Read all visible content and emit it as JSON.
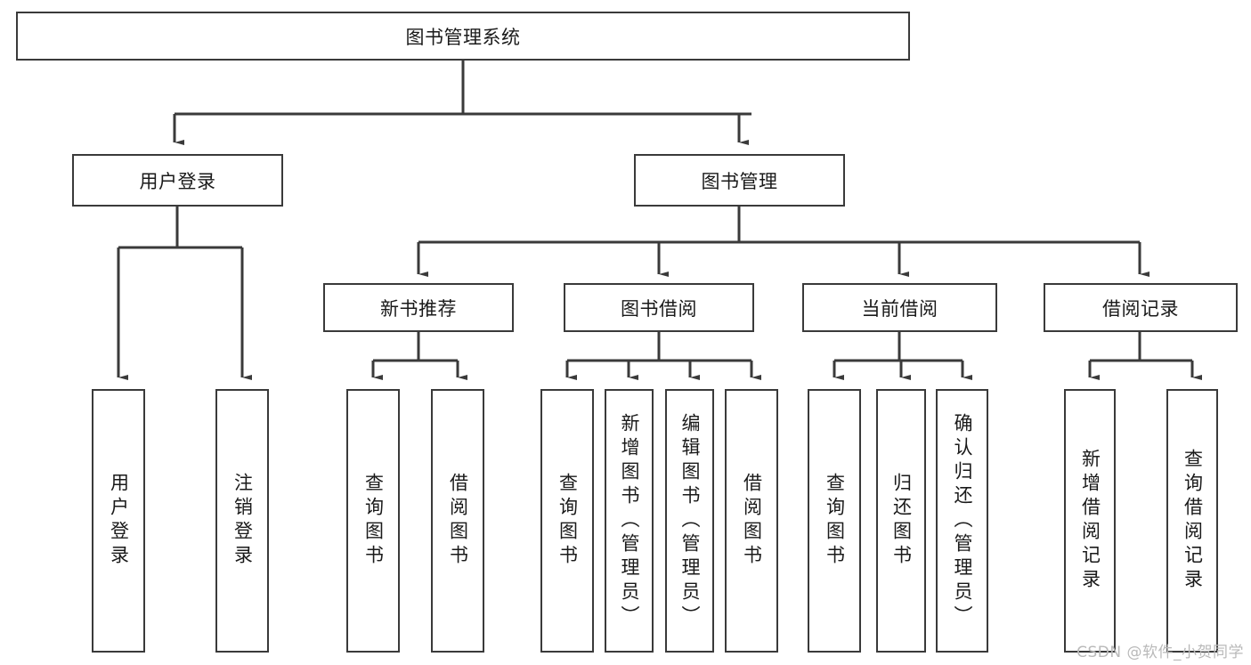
{
  "diagram": {
    "type": "tree-hierarchy-chart",
    "title": "图书管理系统",
    "root": {
      "label": "图书管理系统",
      "orientation": "horizontal"
    },
    "level2": [
      {
        "label": "用户登录",
        "orientation": "horizontal"
      },
      {
        "label": "图书管理",
        "orientation": "horizontal"
      }
    ],
    "level3": [
      {
        "label": "新书推荐",
        "orientation": "horizontal",
        "parent": "图书管理"
      },
      {
        "label": "图书借阅",
        "orientation": "horizontal",
        "parent": "图书管理"
      },
      {
        "label": "当前借阅",
        "orientation": "horizontal",
        "parent": "图书管理"
      },
      {
        "label": "借阅记录",
        "orientation": "horizontal",
        "parent": "图书管理"
      }
    ],
    "leaves": [
      {
        "label": "用户登录",
        "parent": "用户登录",
        "orientation": "vertical"
      },
      {
        "label": "注销登录",
        "parent": "用户登录",
        "orientation": "vertical"
      },
      {
        "label": "查询图书",
        "parent": "新书推荐",
        "orientation": "vertical"
      },
      {
        "label": "借阅图书",
        "parent": "新书推荐",
        "orientation": "vertical"
      },
      {
        "label": "查询图书",
        "parent": "图书借阅",
        "orientation": "vertical"
      },
      {
        "label": "新增图书（管理员）",
        "parent": "图书借阅",
        "orientation": "vertical"
      },
      {
        "label": "编辑图书（管理员）",
        "parent": "图书借阅",
        "orientation": "vertical"
      },
      {
        "label": "借阅图书",
        "parent": "图书借阅",
        "orientation": "vertical"
      },
      {
        "label": "查询图书",
        "parent": "当前借阅",
        "orientation": "vertical"
      },
      {
        "label": "归还图书",
        "parent": "当前借阅",
        "orientation": "vertical"
      },
      {
        "label": "确认归还（管理员）",
        "parent": "当前借阅",
        "orientation": "vertical"
      },
      {
        "label": "新增借阅记录",
        "parent": "借阅记录",
        "orientation": "vertical"
      },
      {
        "label": "查询借阅记录",
        "parent": "借阅记录",
        "orientation": "vertical"
      }
    ],
    "colors": {
      "box_border": "#3a3a3a",
      "box_fill": "#ffffff",
      "connector": "#3a3a3a",
      "text": "#1a1a1a",
      "watermark": "#b9b9b9",
      "background": "#ffffff"
    }
  },
  "watermark": {
    "text": "CSDN @软件_小贺同学"
  }
}
